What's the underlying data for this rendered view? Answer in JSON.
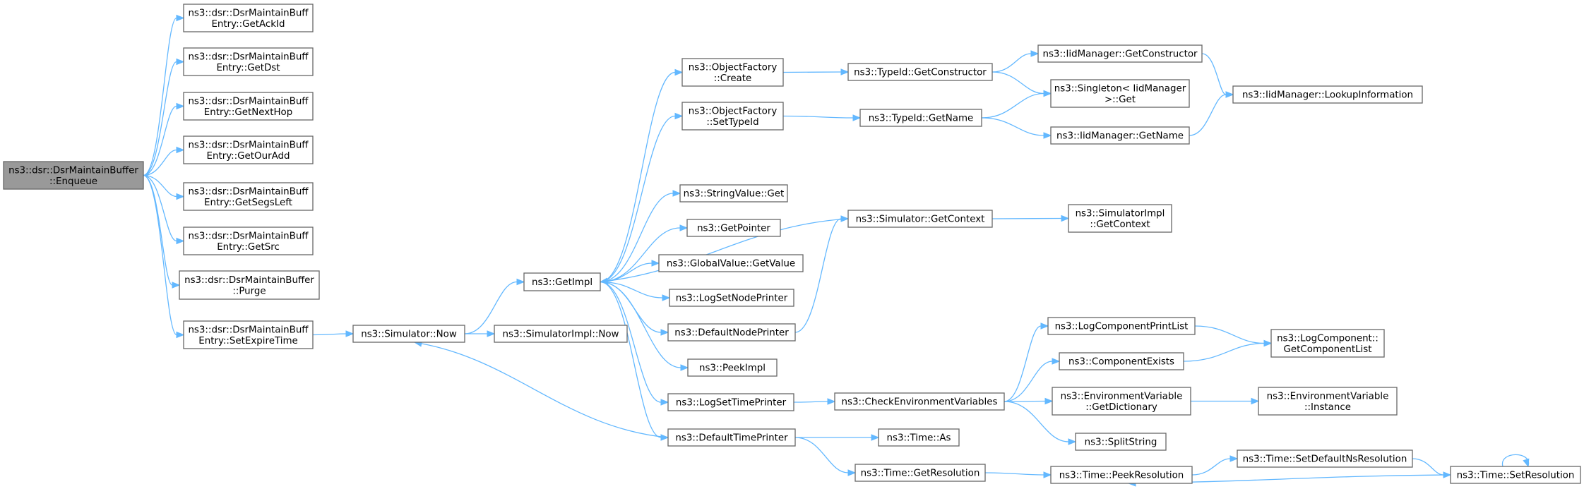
{
  "graph": {
    "nodes": [
      {
        "id": "enqueue",
        "lines": [
          "ns3::dsr::DsrMaintainBuffer",
          "::Enqueue"
        ],
        "root": true
      },
      {
        "id": "getackid",
        "lines": [
          "ns3::dsr::DsrMaintainBuff",
          "Entry::GetAckId"
        ]
      },
      {
        "id": "getdst",
        "lines": [
          "ns3::dsr::DsrMaintainBuff",
          "Entry::GetDst"
        ]
      },
      {
        "id": "getnexthop",
        "lines": [
          "ns3::dsr::DsrMaintainBuff",
          "Entry::GetNextHop"
        ]
      },
      {
        "id": "getouradd",
        "lines": [
          "ns3::dsr::DsrMaintainBuff",
          "Entry::GetOurAdd"
        ]
      },
      {
        "id": "getsegsleft",
        "lines": [
          "ns3::dsr::DsrMaintainBuff",
          "Entry::GetSegsLeft"
        ]
      },
      {
        "id": "getsrc",
        "lines": [
          "ns3::dsr::DsrMaintainBuff",
          "Entry::GetSrc"
        ]
      },
      {
        "id": "purge",
        "lines": [
          "ns3::dsr::DsrMaintainBuffer",
          "::Purge"
        ]
      },
      {
        "id": "setexpiretime",
        "lines": [
          "ns3::dsr::DsrMaintainBuff",
          "Entry::SetExpireTime"
        ]
      },
      {
        "id": "simnow",
        "lines": [
          "ns3::Simulator::Now"
        ]
      },
      {
        "id": "simimplnow",
        "lines": [
          "ns3::SimulatorImpl::Now"
        ]
      },
      {
        "id": "getimpl",
        "lines": [
          "ns3::GetImpl"
        ]
      },
      {
        "id": "ofcreate",
        "lines": [
          "ns3::ObjectFactory",
          "::Create"
        ]
      },
      {
        "id": "ofsettypeid",
        "lines": [
          "ns3::ObjectFactory",
          "::SetTypeId"
        ]
      },
      {
        "id": "strget",
        "lines": [
          "ns3::StringValue::Get"
        ]
      },
      {
        "id": "getpointer",
        "lines": [
          "ns3::GetPointer"
        ]
      },
      {
        "id": "gvgetvalue",
        "lines": [
          "ns3::GlobalValue::GetValue"
        ]
      },
      {
        "id": "logsetnodeprinter",
        "lines": [
          "ns3::LogSetNodePrinter"
        ]
      },
      {
        "id": "defaultnodeprinter",
        "lines": [
          "ns3::DefaultNodePrinter"
        ]
      },
      {
        "id": "peekimpl",
        "lines": [
          "ns3::PeekImpl"
        ]
      },
      {
        "id": "logsettimeprinter",
        "lines": [
          "ns3::LogSetTimePrinter"
        ]
      },
      {
        "id": "defaulttimeprinter",
        "lines": [
          "ns3::DefaultTimePrinter"
        ]
      },
      {
        "id": "typeidgetctor",
        "lines": [
          "ns3::TypeId::GetConstructor"
        ]
      },
      {
        "id": "typeidgetname",
        "lines": [
          "ns3::TypeId::GetName"
        ]
      },
      {
        "id": "simgetcontext",
        "lines": [
          "ns3::Simulator::GetContext"
        ]
      },
      {
        "id": "checkenv",
        "lines": [
          "ns3::CheckEnvironmentVariables"
        ]
      },
      {
        "id": "timeas",
        "lines": [
          "ns3::Time::As"
        ]
      },
      {
        "id": "timegetres",
        "lines": [
          "ns3::Time::GetResolution"
        ]
      },
      {
        "id": "iidgetctor",
        "lines": [
          "ns3::IidManager::GetConstructor"
        ]
      },
      {
        "id": "singletonget",
        "lines": [
          "ns3::Singleton< IidManager",
          ">::Get"
        ]
      },
      {
        "id": "iidgetname",
        "lines": [
          "ns3::IidManager::GetName"
        ]
      },
      {
        "id": "simimplgetcontext",
        "lines": [
          "ns3::SimulatorImpl",
          "::GetContext"
        ]
      },
      {
        "id": "logcompprintlist",
        "lines": [
          "ns3::LogComponentPrintList"
        ]
      },
      {
        "id": "compexists",
        "lines": [
          "ns3::ComponentExists"
        ]
      },
      {
        "id": "envgetdict",
        "lines": [
          "ns3::EnvironmentVariable",
          "::GetDictionary"
        ]
      },
      {
        "id": "splitstring",
        "lines": [
          "ns3::SplitString"
        ]
      },
      {
        "id": "timepeekres",
        "lines": [
          "ns3::Time::PeekResolution"
        ]
      },
      {
        "id": "iidlookup",
        "lines": [
          "ns3::IidManager::LookupInformation"
        ]
      },
      {
        "id": "logcompgetlist",
        "lines": [
          "ns3::LogComponent::",
          "GetComponentList"
        ]
      },
      {
        "id": "envinstance",
        "lines": [
          "ns3::EnvironmentVariable",
          "::Instance"
        ]
      },
      {
        "id": "timesetdefres",
        "lines": [
          "ns3::Time::SetDefaultNsResolution"
        ]
      },
      {
        "id": "timesetres",
        "lines": [
          "ns3::Time::SetResolution"
        ]
      }
    ],
    "edges": [
      [
        "enqueue",
        "getackid"
      ],
      [
        "enqueue",
        "getdst"
      ],
      [
        "enqueue",
        "getnexthop"
      ],
      [
        "enqueue",
        "getouradd"
      ],
      [
        "enqueue",
        "getsegsleft"
      ],
      [
        "enqueue",
        "getsrc"
      ],
      [
        "enqueue",
        "purge"
      ],
      [
        "enqueue",
        "setexpiretime"
      ],
      [
        "setexpiretime",
        "simnow"
      ],
      [
        "simnow",
        "getimpl"
      ],
      [
        "simnow",
        "simimplnow"
      ],
      [
        "getimpl",
        "ofcreate"
      ],
      [
        "getimpl",
        "ofsettypeid"
      ],
      [
        "getimpl",
        "strget"
      ],
      [
        "getimpl",
        "getpointer"
      ],
      [
        "getimpl",
        "gvgetvalue"
      ],
      [
        "getimpl",
        "logsetnodeprinter"
      ],
      [
        "getimpl",
        "defaultnodeprinter"
      ],
      [
        "getimpl",
        "peekimpl"
      ],
      [
        "getimpl",
        "logsettimeprinter"
      ],
      [
        "getimpl",
        "defaulttimeprinter"
      ],
      [
        "simgetcontext",
        "getimpl"
      ],
      [
        "ofcreate",
        "typeidgetctor"
      ],
      [
        "ofsettypeid",
        "typeidgetname"
      ],
      [
        "typeidgetctor",
        "iidgetctor"
      ],
      [
        "typeidgetctor",
        "singletonget"
      ],
      [
        "typeidgetname",
        "singletonget"
      ],
      [
        "typeidgetname",
        "iidgetname"
      ],
      [
        "iidgetctor",
        "iidlookup"
      ],
      [
        "iidgetname",
        "iidlookup"
      ],
      [
        "defaultnodeprinter",
        "simgetcontext"
      ],
      [
        "simgetcontext",
        "simimplgetcontext"
      ],
      [
        "logsettimeprinter",
        "checkenv"
      ],
      [
        "checkenv",
        "logcompprintlist"
      ],
      [
        "checkenv",
        "compexists"
      ],
      [
        "checkenv",
        "envgetdict"
      ],
      [
        "checkenv",
        "splitstring"
      ],
      [
        "logcompprintlist",
        "logcompgetlist"
      ],
      [
        "compexists",
        "logcompgetlist"
      ],
      [
        "envgetdict",
        "envinstance"
      ],
      [
        "defaulttimeprinter",
        "simnow"
      ],
      [
        "defaulttimeprinter",
        "timeas"
      ],
      [
        "defaulttimeprinter",
        "timegetres"
      ],
      [
        "timegetres",
        "timepeekres"
      ],
      [
        "timepeekres",
        "timesetdefres"
      ],
      [
        "timesetdefres",
        "timesetres"
      ],
      [
        "timesetres",
        "timepeekres"
      ],
      [
        "timesetres",
        "timesetres"
      ]
    ]
  }
}
